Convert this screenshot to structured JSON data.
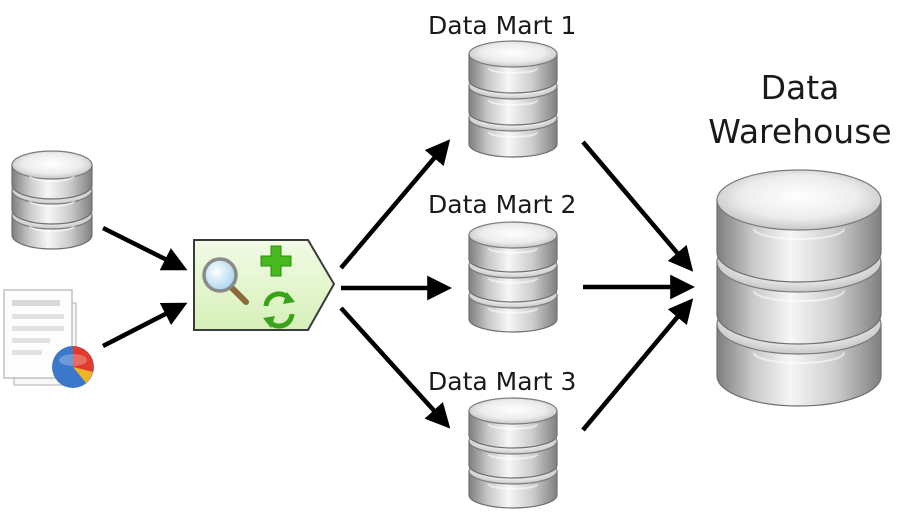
{
  "diagram": {
    "data_marts": [
      {
        "label": "Data Mart 1"
      },
      {
        "label": "Data Mart 2"
      },
      {
        "label": "Data Mart 3"
      }
    ],
    "warehouse": {
      "line1": "Data",
      "line2": "Warehouse"
    },
    "sources": [
      {
        "icon": "database-icon"
      },
      {
        "icon": "report-document-icon"
      }
    ],
    "etl": {
      "icons": [
        "magnifier-icon",
        "plus-icon",
        "refresh-icon"
      ]
    },
    "colors": {
      "db_light": "#f4f4f4",
      "db_dark": "#8a8a8a",
      "etl_fill": "#e3f6cb",
      "plus_green": "#46b91f",
      "pie_red": "#e23b2e",
      "pie_blue": "#3b78c9",
      "arrow": "#000000"
    }
  }
}
